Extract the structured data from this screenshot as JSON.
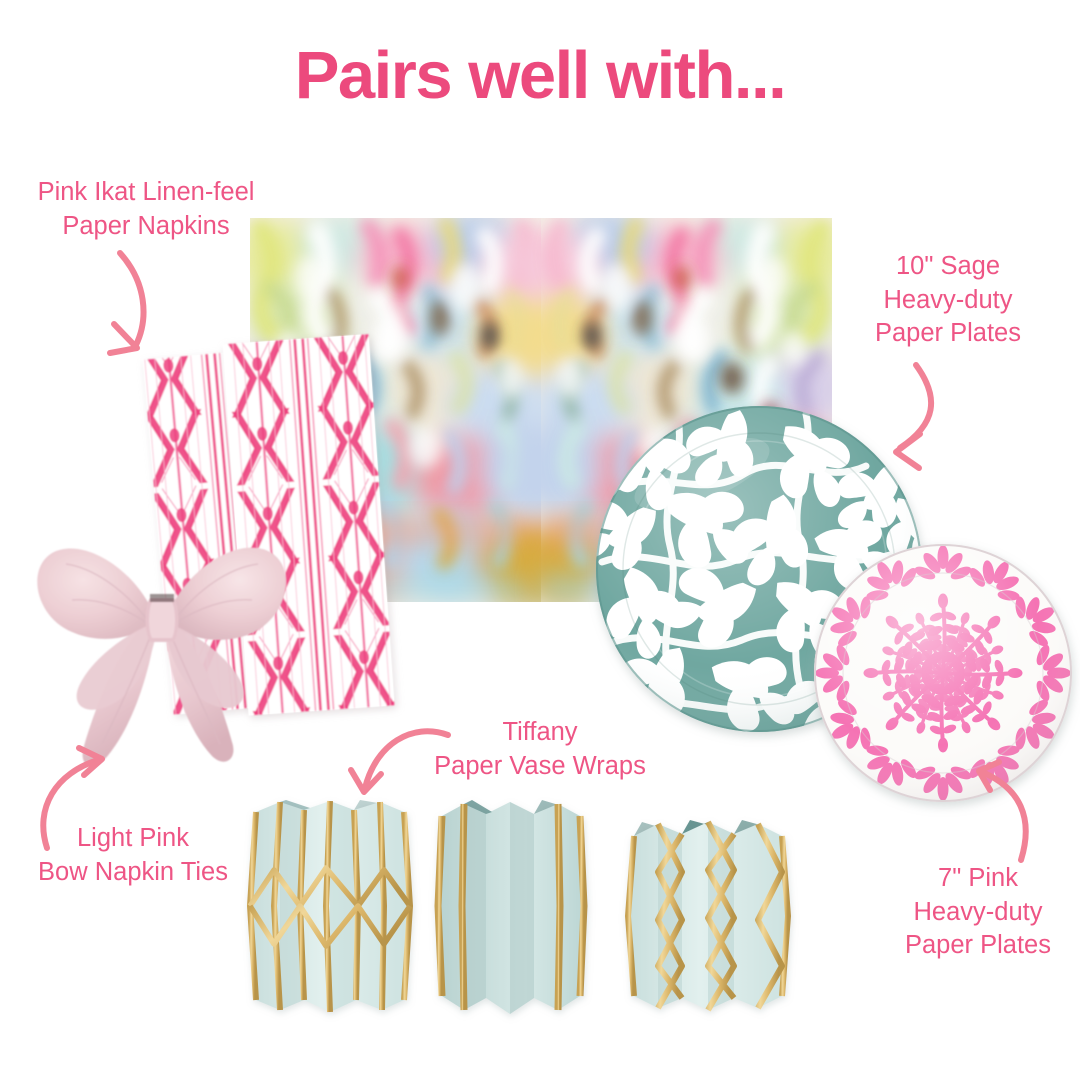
{
  "header": {
    "title": "Pairs well with..."
  },
  "colors": {
    "title_pink": "#EC4A7D",
    "label_pink": "#EE5585",
    "arrow_pink": "#F18296",
    "sage_green": "#6FA7A0",
    "plate_pink": "#F573B4",
    "ikat_pink": "#EE3F7E",
    "bow_blush": "#EFD3D6",
    "vase_mint": "#D6E8E6",
    "vase_gold": "#E3C47E",
    "background": "#FFFFFF"
  },
  "callouts": [
    {
      "id": "pink-ikat-napkins",
      "label": "Pink Ikat Linen-feel\nPaper Napkins",
      "arrow": "curve-down-right"
    },
    {
      "id": "sage-plates",
      "label": "10\" Sage\nHeavy-duty\nPaper Plates",
      "arrow": "curve-down-left"
    },
    {
      "id": "bow-napkin-ties",
      "label": "Light Pink\nBow Napkin Ties",
      "arrow": "curve-up-right"
    },
    {
      "id": "vase-wraps",
      "label": "Tiffany\nPaper Vase Wraps",
      "arrow": "curve-down-left"
    },
    {
      "id": "pink-plates",
      "label": "7\" Pink\nHeavy-duty\nPaper Plates",
      "arrow": "curve-up-left"
    }
  ],
  "products": [
    {
      "id": "watercolor-placemat",
      "name": "abstract watercolor mirrored placemat",
      "palette": [
        "#F7AEC4",
        "#A8DDE0",
        "#E4E88C",
        "#F2A07E",
        "#C9C3E6",
        "#FFFFFF",
        "#B79A6A",
        "#96B9DE",
        "#D9B44A"
      ]
    },
    {
      "id": "pink-ikat-napkins",
      "name": "pink ikat linen-feel paper napkins",
      "count": 2,
      "palette": [
        "#EE3F7E",
        "#FFFFFF"
      ]
    },
    {
      "id": "light-pink-bow",
      "name": "light pink velvet sailor bow napkin tie",
      "count": 1,
      "palette": [
        "#EFD3D6",
        "#E3BCC2"
      ]
    },
    {
      "id": "sage-paper-plate",
      "name": "10 inch sage heavy-duty paper plate",
      "size": "10\"",
      "palette": [
        "#6FA7A0",
        "#FFFFFF"
      ]
    },
    {
      "id": "pink-paper-plate",
      "name": "7 inch pink heavy-duty paper plate",
      "size": "7\"",
      "palette": [
        "#F573B4",
        "#FFFFFF"
      ]
    },
    {
      "id": "tiffany-vase-wraps",
      "name": "Tiffany paper vase wraps",
      "count": 3,
      "palette": [
        "#D6E8E6",
        "#E3C47E"
      ]
    }
  ]
}
